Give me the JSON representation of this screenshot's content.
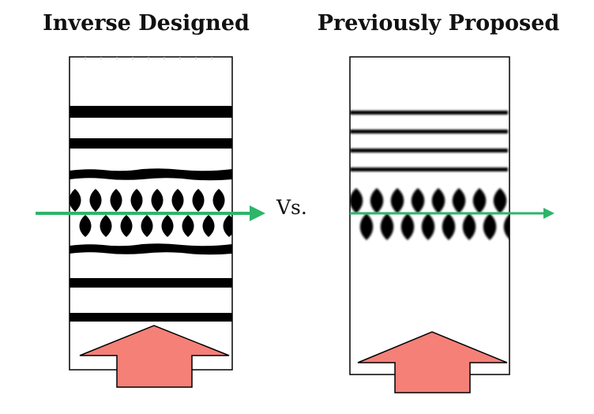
{
  "left_panel": {
    "title": "Inverse Designed"
  },
  "right_panel": {
    "title": "Previously Proposed"
  },
  "comparison_label": "Vs.",
  "colors": {
    "beam_arrow": "#2db56a",
    "input_arrow_fill": "#f48078",
    "structure": "#000000"
  },
  "icons": [
    "green-beam-arrow",
    "red-input-arrow"
  ]
}
